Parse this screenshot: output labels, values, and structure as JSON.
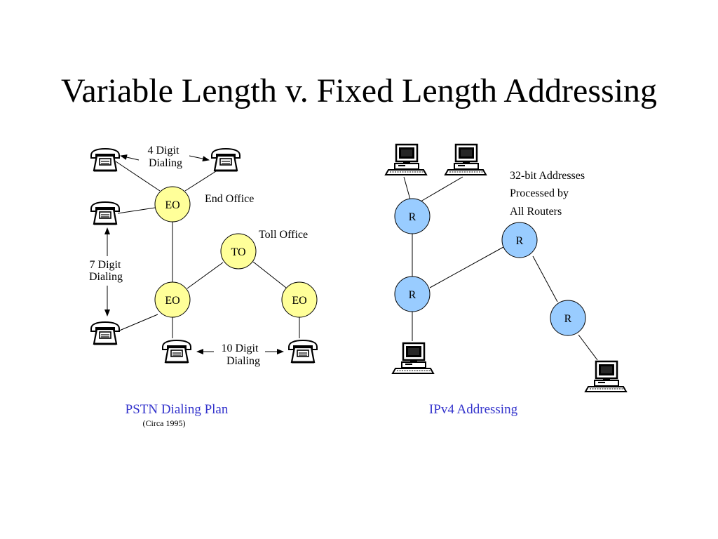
{
  "slide": {
    "title": "Variable Length v. Fixed Length Addressing"
  },
  "pstn": {
    "caption": "PSTN Dialing Plan",
    "caption_sub": "(Circa 1995)",
    "nodes": {
      "eo_top": "EO",
      "to": "TO",
      "eo_mid": "EO",
      "eo_right": "EO"
    },
    "labels": {
      "end_office": "End Office",
      "toll_office": "Toll Office",
      "four_digit_line1": "4 Digit",
      "four_digit_line2": "Dialing",
      "seven_digit_line1": "7 Digit",
      "seven_digit_line2": "Dialing",
      "ten_digit_line1": "10 Digit",
      "ten_digit_line2": "Dialing"
    }
  },
  "ipv4": {
    "caption": "IPv4 Addressing",
    "nodes": {
      "r1": "R",
      "r2": "R",
      "r3": "R",
      "r4": "R"
    },
    "note_line1": "32-bit Addresses",
    "note_line2": "Processed by",
    "note_line3": "All Routers"
  },
  "colors": {
    "eo_fill": "#ffff99",
    "router_fill": "#99ccff",
    "caption": "#3333cc"
  },
  "icons": [
    "telephone-icon",
    "computer-icon"
  ]
}
